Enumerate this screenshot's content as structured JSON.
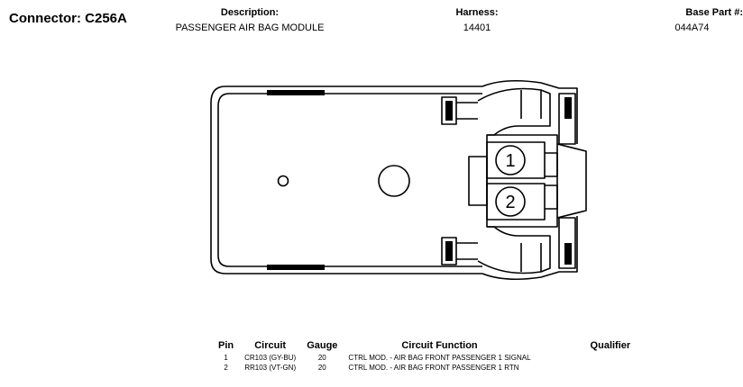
{
  "connector": {
    "title": "Connector: C256A"
  },
  "header": {
    "description_label": "Description:",
    "description_value": "PASSENGER AIR BAG MODULE",
    "harness_label": "Harness:",
    "harness_value": "14401",
    "base_part_label": "Base Part #:",
    "base_part_value": "044A74"
  },
  "diagram": {
    "pin_labels": [
      "1",
      "2"
    ]
  },
  "pin_table": {
    "headers": {
      "pin": "Pin",
      "circuit": "Circuit",
      "gauge": "Gauge",
      "function": "Circuit Function",
      "qualifier": "Qualifier"
    },
    "rows": [
      {
        "pin": "1",
        "circuit": "CR103 (GY-BU)",
        "gauge": "20",
        "function": "CTRL MOD. - AIR BAG FRONT PASSENGER 1 SIGNAL",
        "qualifier": ""
      },
      {
        "pin": "2",
        "circuit": "RR103 (VT-GN)",
        "gauge": "20",
        "function": "CTRL MOD. - AIR BAG FRONT PASSENGER 1 RTN",
        "qualifier": ""
      }
    ]
  }
}
